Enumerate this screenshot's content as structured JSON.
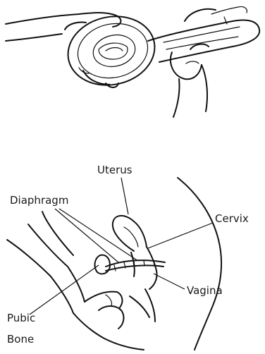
{
  "labels": {
    "uterus": "Uterus",
    "diaphragm": "Diaphragm",
    "cervix": "Cervix",
    "vagina": "Vagina",
    "pubic_line1": "Pubic",
    "pubic_line2": "Bone"
  },
  "colors": {
    "background": "#ffffff",
    "ink": "#111111"
  }
}
